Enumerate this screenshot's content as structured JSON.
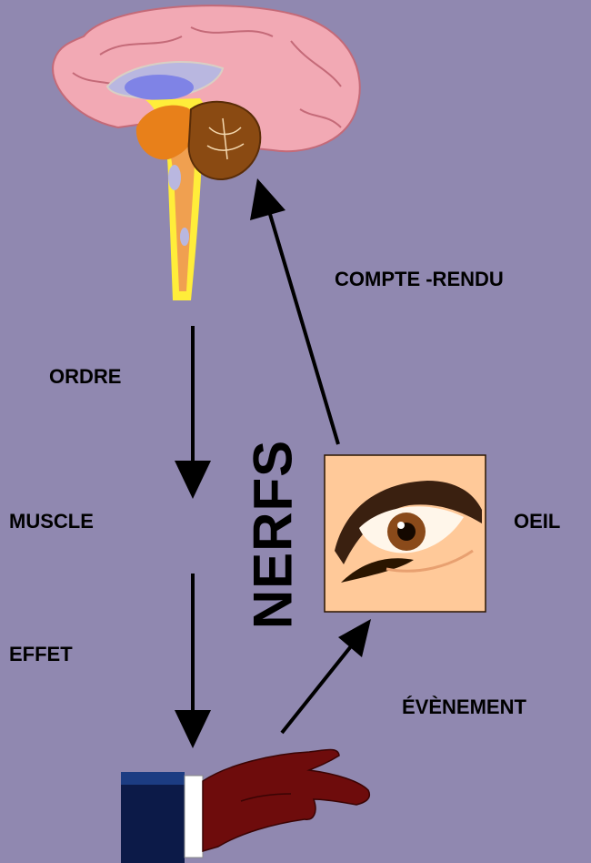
{
  "labels": {
    "compte_rendu": "COMPTE -RENDU",
    "ordre": "ORDRE",
    "muscle": "MUSCLE",
    "oeil": "OEIL",
    "effet": "EFFET",
    "evenement": "ÉVÈNEMENT",
    "nerfs": "NERFS"
  },
  "colors": {
    "background": "#9088b0",
    "brain": "#f2a9b4",
    "skin_box": "#ffc999",
    "hand": "#6e0c0c",
    "sleeve": "#0c1a48"
  }
}
